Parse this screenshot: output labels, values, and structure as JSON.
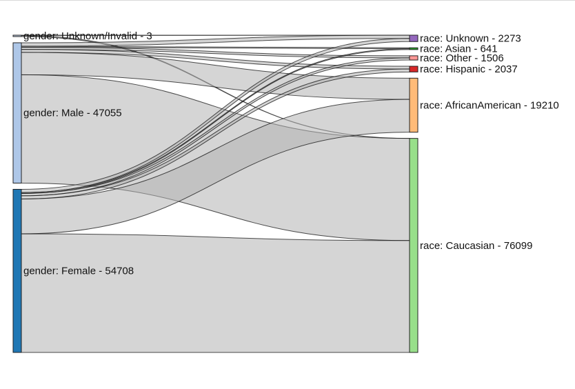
{
  "chart_data": {
    "type": "sankey",
    "title": "",
    "sources": [
      {
        "category": "gender",
        "name": "Unknown/Invalid",
        "value": 3,
        "color": "#c7d7ee"
      },
      {
        "category": "gender",
        "name": "Male",
        "value": 47055,
        "color": "#aec7e8"
      },
      {
        "category": "gender",
        "name": "Female",
        "value": 54708,
        "color": "#1f77b4"
      }
    ],
    "targets": [
      {
        "category": "race",
        "name": "Unknown",
        "value": 2273,
        "color": "#9467bd"
      },
      {
        "category": "race",
        "name": "Asian",
        "value": 641,
        "color": "#2ca02c"
      },
      {
        "category": "race",
        "name": "Other",
        "value": 1506,
        "color": "#ff9896"
      },
      {
        "category": "race",
        "name": "Hispanic",
        "value": 2037,
        "color": "#d62728"
      },
      {
        "category": "race",
        "name": "AfricanAmerican",
        "value": 19210,
        "color": "#ffbb78"
      },
      {
        "category": "race",
        "name": "Caucasian",
        "value": 76099,
        "color": "#98df8a"
      }
    ],
    "links": [
      {
        "source": "Unknown/Invalid",
        "target": "Unknown",
        "value": 1
      },
      {
        "source": "Unknown/Invalid",
        "target": "Caucasian",
        "value": 2
      },
      {
        "source": "Male",
        "target": "Unknown",
        "value": 1170
      },
      {
        "source": "Male",
        "target": "Asian",
        "value": 341
      },
      {
        "source": "Male",
        "target": "Other",
        "value": 720
      },
      {
        "source": "Male",
        "target": "Hispanic",
        "value": 980
      },
      {
        "source": "Male",
        "target": "AfricanAmerican",
        "value": 7520
      },
      {
        "source": "Male",
        "target": "Caucasian",
        "value": 36324
      },
      {
        "source": "Female",
        "target": "Unknown",
        "value": 1102
      },
      {
        "source": "Female",
        "target": "Asian",
        "value": 300
      },
      {
        "source": "Female",
        "target": "Other",
        "value": 786
      },
      {
        "source": "Female",
        "target": "Hispanic",
        "value": 1057
      },
      {
        "source": "Female",
        "target": "AfricanAmerican",
        "value": 11690
      },
      {
        "source": "Female",
        "target": "Caucasian",
        "value": 39773
      }
    ],
    "link_color": "#b3b3b3",
    "link_stroke": "#111111",
    "label_separator": " - "
  }
}
